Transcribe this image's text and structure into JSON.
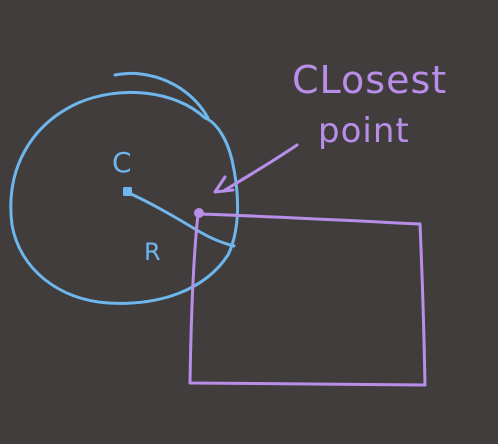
{
  "labels": {
    "center": "C",
    "radius": "R",
    "closest_line1": "CLosest",
    "closest_line2": "point"
  },
  "colors": {
    "background": "#403d3c",
    "circle": "#6fb6ec",
    "rect": "#b98ee8"
  }
}
